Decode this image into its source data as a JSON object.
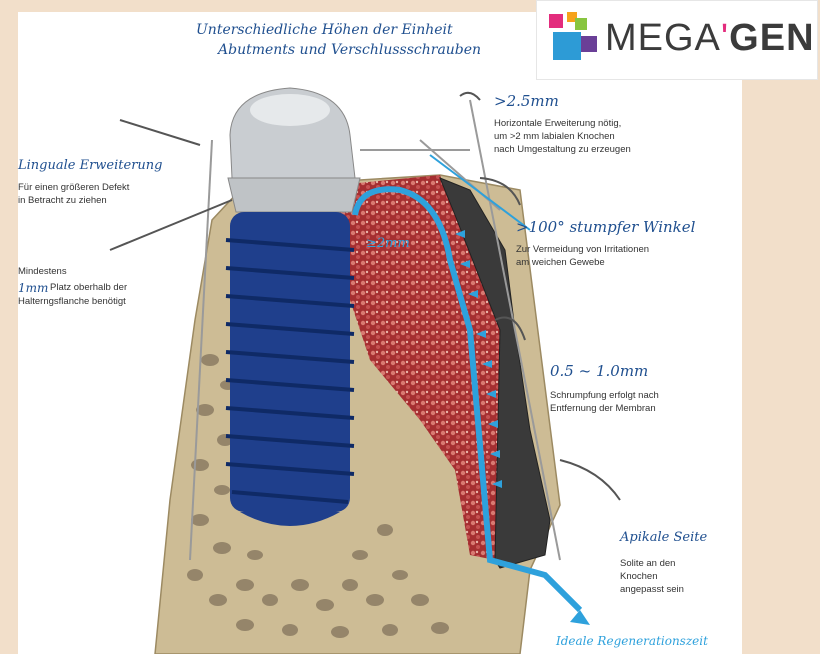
{
  "header": {
    "line1": "Unterschiedliche Höhen der Einheit",
    "line2": "Abutments und Verschlussschrauben"
  },
  "logo": {
    "word_light": "MEGA",
    "mark": "'",
    "word_bold": "GEN",
    "colors": [
      "#e32c7d",
      "#f6a21b",
      "#2d9bd6",
      "#6a3f97",
      "#88c540"
    ]
  },
  "labels": {
    "lingual_title": "Linguale Erweiterung",
    "lingual_text": [
      "Für einen größeren Defekt",
      "in Betracht zu ziehen"
    ],
    "min_text_1": "Mindestens",
    "min_value": "1mm",
    "min_text_2": "Platz oberhalb der",
    "min_text_3": "Halterngsflanche benötigt",
    "horizontal_value": ">2.5mm",
    "horizontal_text": [
      "Horizontale Erweiterung nötig,",
      "um >2 mm labialen Knochen",
      "nach Umgestaltung zu erzeugen"
    ],
    "angle_value": ">100° stumpfer Winkel",
    "angle_text": [
      "Zur Vermeidung von Irritationen",
      "am weichen Gewebe"
    ],
    "shrink_value": "0.5 ~ 1.0mm",
    "shrink_text": [
      "Schrumpfung erfolgt nach",
      "Entfernung der Membran"
    ],
    "apical_title": "Apikale Seite",
    "apical_text": [
      "Solite an den",
      "Knochen",
      "angepasst sein"
    ],
    "graft_width": "≥2mm",
    "bottom_title": "Ideale Regenerationszeit"
  },
  "colors": {
    "bone": "#cdbc95",
    "graft": "#b93b3b",
    "implant": "#1f3f8c",
    "membrane": "#3a3a3a",
    "arrow_blue": "#2ea1dc",
    "ink": "#1f4f8f"
  }
}
